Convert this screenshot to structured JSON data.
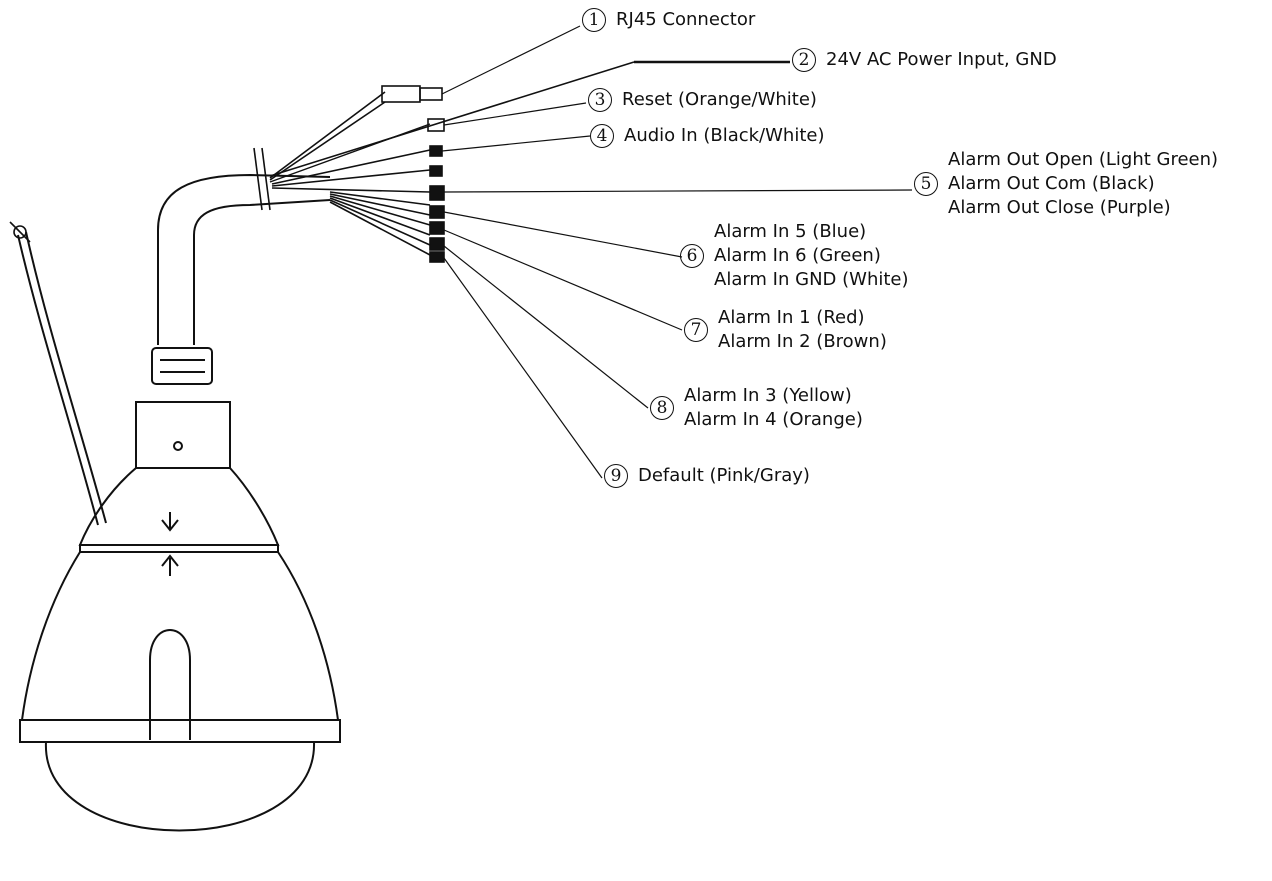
{
  "callouts": [
    {
      "num": "1",
      "lines": [
        "RJ45 Connector"
      ]
    },
    {
      "num": "2",
      "lines": [
        "24V AC Power Input, GND"
      ]
    },
    {
      "num": "3",
      "lines": [
        "Reset (Orange/White)"
      ]
    },
    {
      "num": "4",
      "lines": [
        "Audio In (Black/White)"
      ]
    },
    {
      "num": "5",
      "lines": [
        "Alarm Out Open (Light Green)",
        "Alarm Out Com (Black)",
        "Alarm Out Close (Purple)"
      ]
    },
    {
      "num": "6",
      "lines": [
        "Alarm In 5 (Blue)",
        "Alarm In 6 (Green)",
        "Alarm In GND (White)"
      ]
    },
    {
      "num": "7",
      "lines": [
        "Alarm In 1 (Red)",
        "Alarm In 2 (Brown)"
      ]
    },
    {
      "num": "8",
      "lines": [
        "Alarm In 3 (Yellow)",
        "Alarm In 4 (Orange)"
      ]
    },
    {
      "num": "9",
      "lines": [
        "Default (Pink/Gray)"
      ]
    }
  ],
  "colors": {
    "line": "#111111",
    "background": "#ffffff"
  }
}
